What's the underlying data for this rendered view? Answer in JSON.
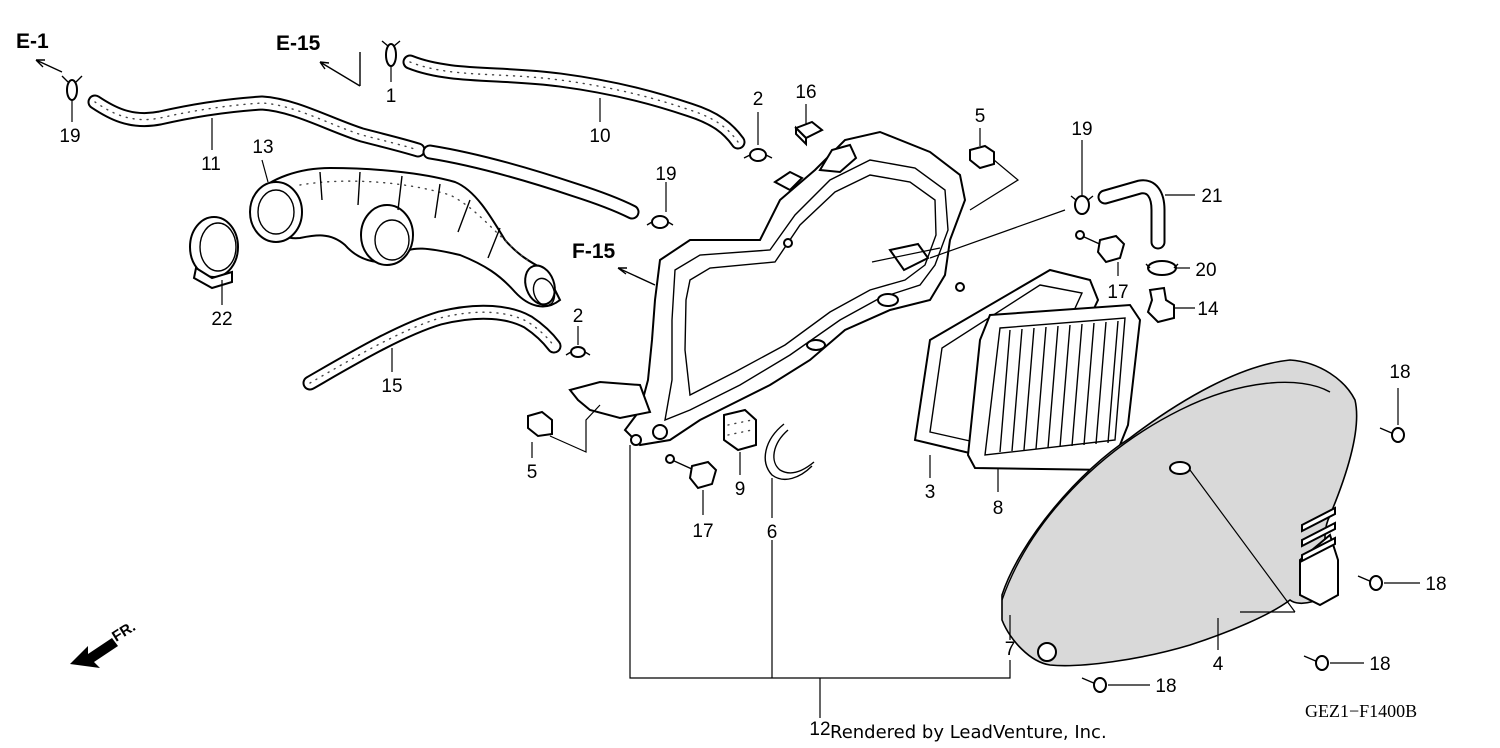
{
  "diagram": {
    "references": [
      "E-1",
      "E-15",
      "F-15"
    ],
    "part_numbers": [
      "19",
      "11",
      "13",
      "22",
      "15",
      "1",
      "10",
      "2",
      "16",
      "19",
      "2",
      "5",
      "17",
      "9",
      "6",
      "5",
      "19",
      "21",
      "17",
      "20",
      "14",
      "3",
      "8",
      "18",
      "18",
      "18",
      "18",
      "7",
      "4",
      "12"
    ],
    "direction_label": "FR.",
    "figure_code": "GEZ1−F1400B",
    "credit": "Rendered by LeadVenture, Inc."
  }
}
